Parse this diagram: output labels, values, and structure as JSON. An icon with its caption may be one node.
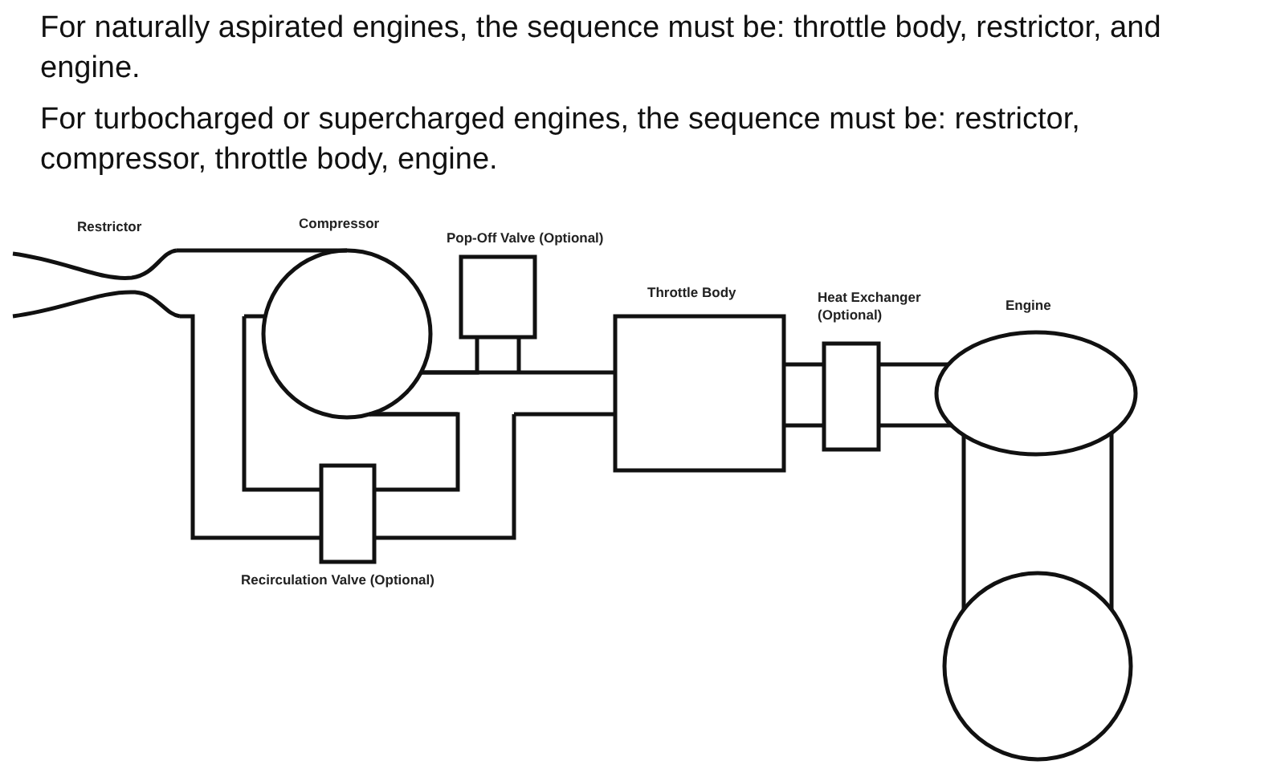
{
  "diagram": {
    "nodes": [
      {
        "text": [
          "Restrictor"
        ]
      },
      {
        "text": [
          "Compressor"
        ]
      },
      {
        "text": [
          "Pop-Off Valve (Optional)"
        ]
      },
      {
        "text": [
          "Throttle Body"
        ]
      },
      {
        "text": [
          "Heat Exchanger (Optional)"
        ]
      },
      {
        "text": [
          "Engine"
        ]
      },
      {
        "text": [
          "Recirculation Valve (Optional)"
        ]
      }
    ],
    "edges": [
      {
        "from": 0,
        "to": 1,
        "arrow": "none"
      },
      {
        "from": 0,
        "to": 6,
        "arrow": "none"
      },
      {
        "from": 1,
        "to": 2,
        "arrow": "none"
      },
      {
        "from": 1,
        "to": 3,
        "arrow": "none"
      },
      {
        "from": 1,
        "to": 6,
        "arrow": "none"
      },
      {
        "from": 3,
        "to": 4,
        "arrow": "none"
      },
      {
        "from": 4,
        "to": 5,
        "arrow": "none"
      }
    ],
    "labels": [
      "For naturally aspirated engines, the sequence must be: throttle body, restrictor, and engine.",
      "For turbocharged or supercharged engines, the sequence must be: restrictor, compressor, throttle body, engine."
    ]
  }
}
